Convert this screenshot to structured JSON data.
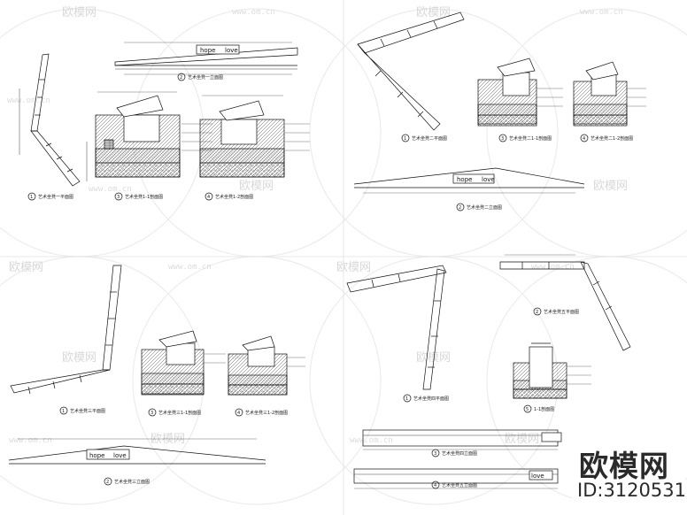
{
  "watermark": {
    "brand": "欧模网",
    "url": "www.om.cn"
  },
  "panels": {
    "top_left": {
      "labels": [
        "艺术坐凳一平面图",
        "艺术坐凳一立面图",
        "艺术坐凳1-1剖面图",
        "艺术坐凳1-2剖面图"
      ],
      "numbers": [
        "1",
        "2",
        "3",
        "4"
      ],
      "carving": [
        "hope",
        "love"
      ]
    },
    "top_right": {
      "labels": [
        "艺术坐凳二平面图",
        "艺术坐凳二1-1剖面图",
        "艺术坐凳二1-2剖面图",
        "艺术坐凳二立面图"
      ],
      "numbers": [
        "1",
        "3",
        "4",
        "2"
      ],
      "carving": [
        "hope",
        "love"
      ]
    },
    "bottom_left": {
      "labels": [
        "艺术坐凳三平面图",
        "艺术坐凳三1-1剖面图",
        "艺术坐凳三1-2剖面图",
        "艺术坐凳三立面图"
      ],
      "numbers": [
        "1",
        "3",
        "4",
        "2"
      ],
      "carving": [
        "hope",
        "love"
      ]
    },
    "bottom_right": {
      "labels": [
        "艺术坐凳四平面图",
        "艺术坐凳五平面图",
        "1-1剖面图",
        "艺术坐凳四立面图",
        "艺术坐凳五立面图"
      ],
      "numbers": [
        "1",
        "2",
        "5",
        "3",
        "4"
      ],
      "carving": [
        "love"
      ]
    }
  },
  "stamp": {
    "brand": "欧模网",
    "id": "ID:3120531"
  }
}
